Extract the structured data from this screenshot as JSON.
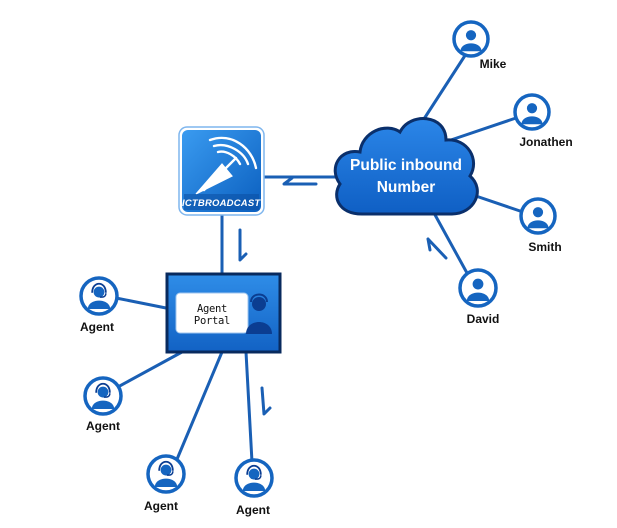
{
  "diagram": {
    "cloud": {
      "line1": "Public inbound",
      "line2": "Number"
    },
    "logo": {
      "text": "ICTBROADCAST"
    },
    "portal": {
      "label": "Agent Portal"
    },
    "callers": [
      {
        "name": "Mike"
      },
      {
        "name": "Jonathen"
      },
      {
        "name": "Smith"
      },
      {
        "name": "David"
      }
    ],
    "agents": [
      {
        "name": "Agent"
      },
      {
        "name": "Agent"
      },
      {
        "name": "Agent"
      },
      {
        "name": "Agent"
      }
    ],
    "colors": {
      "primary": "#1565c0",
      "line": "#1a5fb4",
      "node_fill": "#ffffff",
      "dark_blue": "#0b3d91"
    },
    "icons": {
      "caller": "person-icon",
      "agent": "headset-agent-icon",
      "logo": "broadcast-dish-icon"
    }
  }
}
